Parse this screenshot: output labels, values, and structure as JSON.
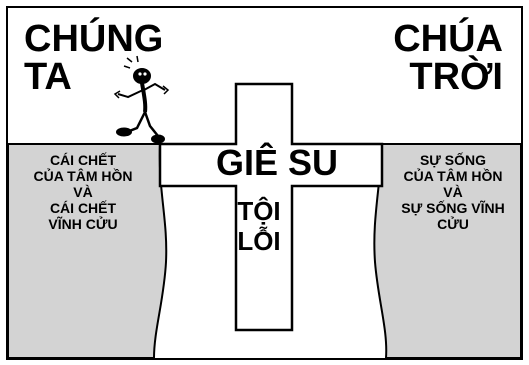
{
  "left_title": {
    "line1": "CHÚNG",
    "line2": "TA"
  },
  "right_title": {
    "line1": "CHÚA",
    "line2": "TRỜI"
  },
  "left_cliff": {
    "lines": [
      "CÁI CHẾT",
      "CỦA TÂM HỒN",
      "VÀ",
      "CÁI CHẾT",
      "VĨNH CỬU"
    ]
  },
  "right_cliff": {
    "lines": [
      "SỰ SỐNG",
      "CỦA TÂM HỒN",
      "VÀ",
      "SỰ SỐNG VĨNH",
      "CỬU"
    ]
  },
  "cross": {
    "label": "GIÊ SU",
    "sin_line1": "TỘI",
    "sin_line2": "LỖI"
  },
  "colors": {
    "cliff_fill": "#d3d3d3",
    "cross_fill": "#ffffff",
    "line": "#000000"
  },
  "icons": {
    "person": "stick-figure-icon"
  }
}
